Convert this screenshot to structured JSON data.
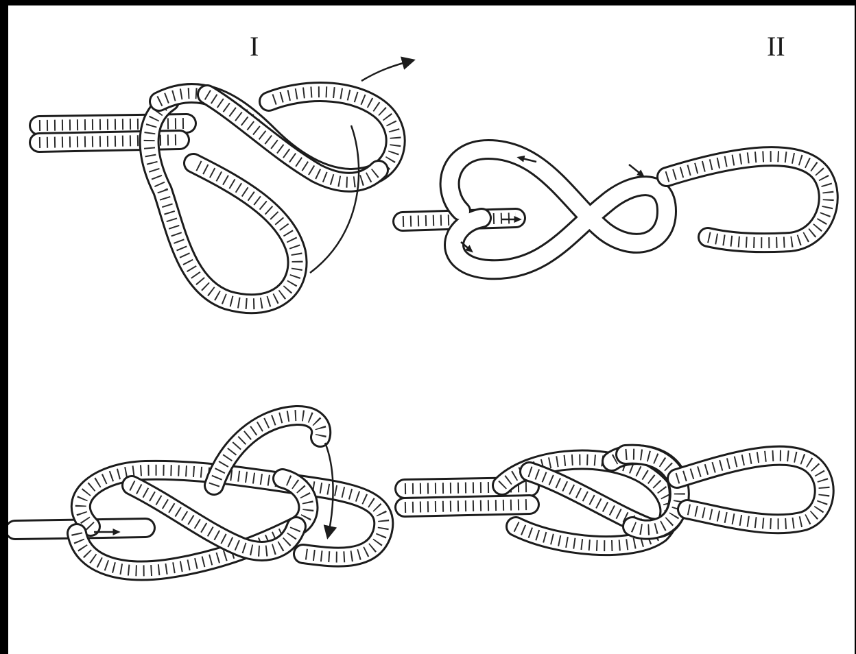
{
  "figure": {
    "panels": [
      {
        "id": "step-1",
        "label": "I"
      },
      {
        "id": "step-2",
        "label": "II"
      },
      {
        "id": "step-3",
        "label": ""
      },
      {
        "id": "step-4",
        "label": ""
      }
    ]
  },
  "colors": {
    "ink": "#1c1c1c",
    "paper": "#ffffff",
    "frame": "#000000"
  },
  "icons": [
    "arrow-right-icon",
    "arrow-down-icon",
    "direction-arrow-icon"
  ]
}
